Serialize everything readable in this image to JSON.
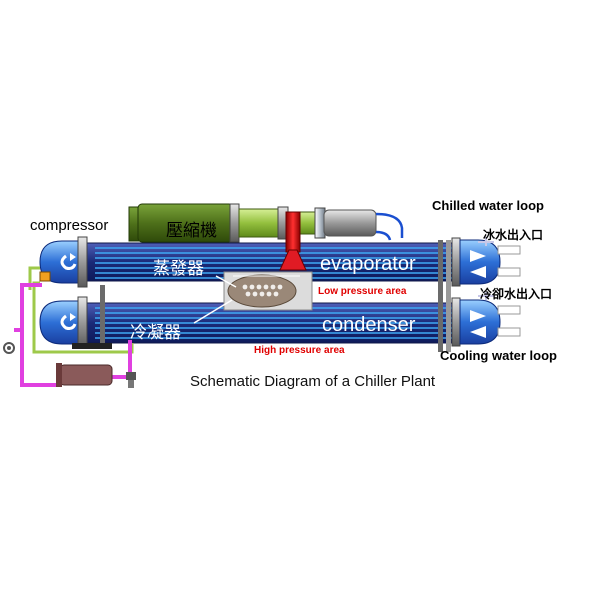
{
  "labels": {
    "compressor": "compressor",
    "compressor_cn": "壓縮機",
    "evaporator": "evaporator",
    "evaporator_cn": "蒸發器",
    "condenser": "condenser",
    "condenser_cn": "冷凝器",
    "chilled_water_loop": "Chilled water loop",
    "ice_water_io": "冰水出入口",
    "cooling_water_io": "冷卻水出入口",
    "cooling_water_loop": "Cooling water loop",
    "low_pressure": "Low pressure   area",
    "high_pressure": "High pressure area",
    "caption": "Schematic Diagram of a Chiller Plant"
  },
  "colors": {
    "shell": "#2a3a8a",
    "tube": "#3fa9f5",
    "compressor_body": "#5b7f1f",
    "compressor_pipe": "#9ec94a",
    "flange": "#5e9a8a",
    "discharge": "#e01b24",
    "loop_pipe": "#e040e0",
    "label_red": "#e00000"
  }
}
